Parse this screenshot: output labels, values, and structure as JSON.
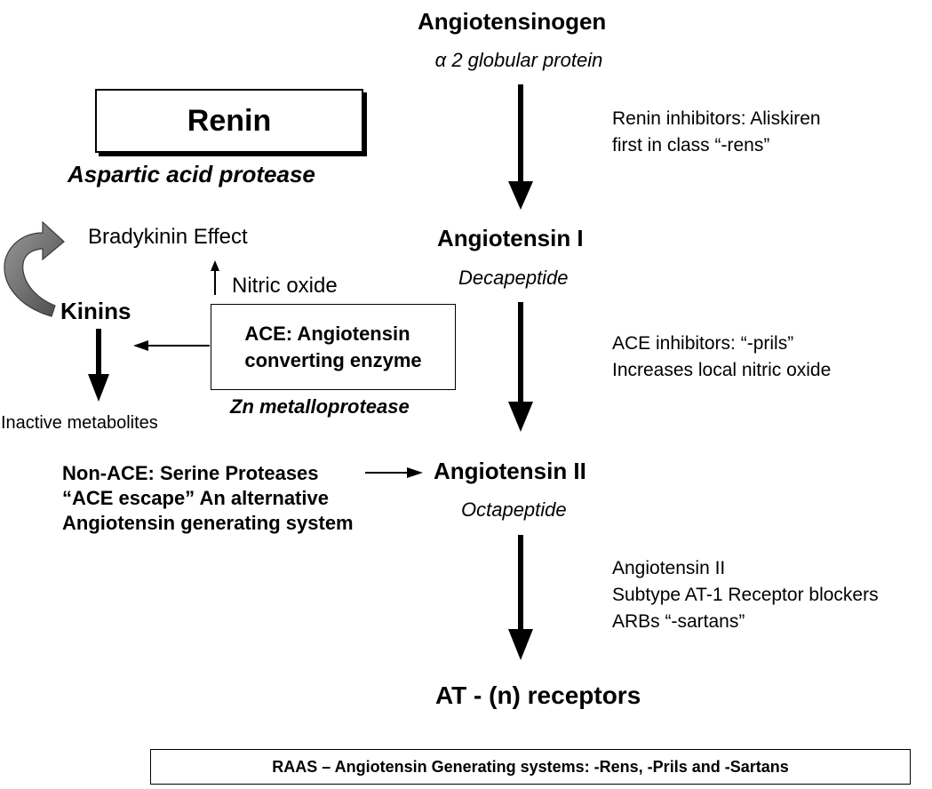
{
  "pathway": {
    "angiotensinogen": "Angiotensinogen",
    "angiotensinogen_desc": "α 2 globular protein",
    "angiotensin_1": "Angiotensin I",
    "angiotensin_1_desc": "Decapeptide",
    "angiotensin_2": "Angiotensin II",
    "angiotensin_2_desc": "Octapeptide",
    "at_receptors": "AT - (n) receptors"
  },
  "notes": {
    "renin": [
      "Renin inhibitors: Aliskiren",
      "first in class “-rens”"
    ],
    "ace": [
      "ACE inhibitors: “-prils”",
      "Increases local nitric oxide"
    ],
    "arb": [
      "Angiotensin II",
      "Subtype AT-1 Receptor blockers",
      "ARBs “-sartans”"
    ]
  },
  "renin": {
    "label": "Renin",
    "subtitle": "Aspartic acid protease"
  },
  "kinins": {
    "bradykinin_effect": "Bradykinin Effect",
    "nitric_oxide": "Nitric oxide",
    "label": "Kinins",
    "inactive_metabolites": "Inactive metabolites"
  },
  "ace": {
    "line1": "ACE: Angiotensin",
    "line2": "converting enzyme",
    "subtitle": "Zn metalloprotease"
  },
  "non_ace": {
    "line1": "Non-ACE: Serine Proteases",
    "line2": "“ACE escape” An alternative",
    "line3": "Angiotensin generating system"
  },
  "footer": "RAAS – Angiotensin Generating systems:  -Rens, -Prils and -Sartans",
  "colors": {
    "curved_arrow_fill": "#6f6f6f",
    "curved_arrow_stroke": "#3a3a3a"
  }
}
